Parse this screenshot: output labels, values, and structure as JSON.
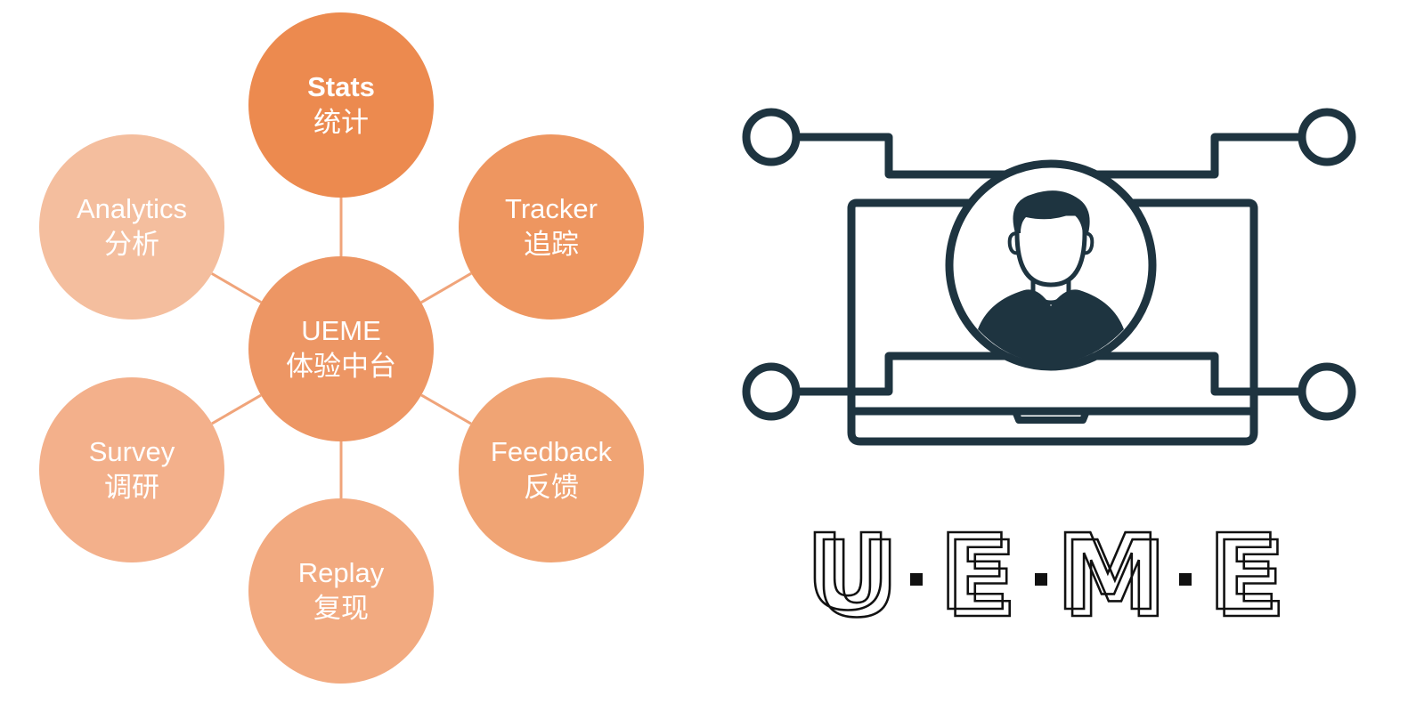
{
  "hub": {
    "en": "UEME",
    "zh": "体验中台",
    "color": "#ED9664"
  },
  "modules": [
    {
      "id": "stats",
      "en": "Stats",
      "zh": "统计",
      "color": "#EC8A4F",
      "bold": true
    },
    {
      "id": "tracker",
      "en": "Tracker",
      "zh": "追踪",
      "color": "#EE9660",
      "bold": false
    },
    {
      "id": "feedback",
      "en": "Feedback",
      "zh": "反馈",
      "color": "#F0A474",
      "bold": false
    },
    {
      "id": "replay",
      "en": "Replay",
      "zh": "复现",
      "color": "#F2AA80",
      "bold": false
    },
    {
      "id": "survey",
      "en": "Survey",
      "zh": "调研",
      "color": "#F3B08B",
      "bold": false
    },
    {
      "id": "analytics",
      "en": "Analytics",
      "zh": "分析",
      "color": "#F4BE9E",
      "bold": false
    }
  ],
  "connector_color": "#F0A47A",
  "illustration": {
    "stroke_color": "#1E3440",
    "icons": [
      "laptop-icon",
      "user-avatar-icon",
      "circuit-node-icon"
    ]
  },
  "logo": {
    "letters": [
      "U",
      "E",
      "M",
      "E"
    ],
    "separator": "·",
    "color": "#111111"
  }
}
